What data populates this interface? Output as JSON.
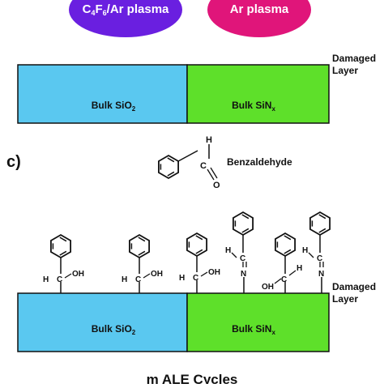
{
  "top": {
    "plasma_left": {
      "main": "C",
      "sub1": "4",
      "mid": "F",
      "sub2": "6",
      "tail": "/Ar plasma",
      "color": "#6a1fe0"
    },
    "plasma_right": {
      "text": "Ar plasma",
      "color": "#e0157a"
    },
    "damaged_layer_l1": "Damaged",
    "damaged_layer_l2": "Layer",
    "sio2_label_main": "Bulk SiO",
    "sio2_label_sub": "2",
    "sin_label_main": "Bulk SiN",
    "sin_label_sub": "x"
  },
  "panel_c": {
    "letter": "c)",
    "reagent_name": "Benzaldehyde",
    "benz_atoms": {
      "h": "H",
      "c": "C",
      "o": "O"
    },
    "hydroxyl_atoms": {
      "h": "H",
      "c": "C",
      "oh": "OH"
    },
    "imine_atoms": {
      "c": "C",
      "n": "N",
      "h": "H"
    }
  },
  "bottom": {
    "damaged_layer_l1": "Damaged",
    "damaged_layer_l2": "Layer",
    "sio2_label_main": "Bulk SiO",
    "sio2_label_sub": "2",
    "sin_label_main": "Bulk SiN",
    "sin_label_sub": "x",
    "cycles_label": "m ALE Cycles"
  },
  "colors": {
    "sio2": "#5ac8f0",
    "sin": "#5ee02a",
    "stroke": "#111111"
  }
}
